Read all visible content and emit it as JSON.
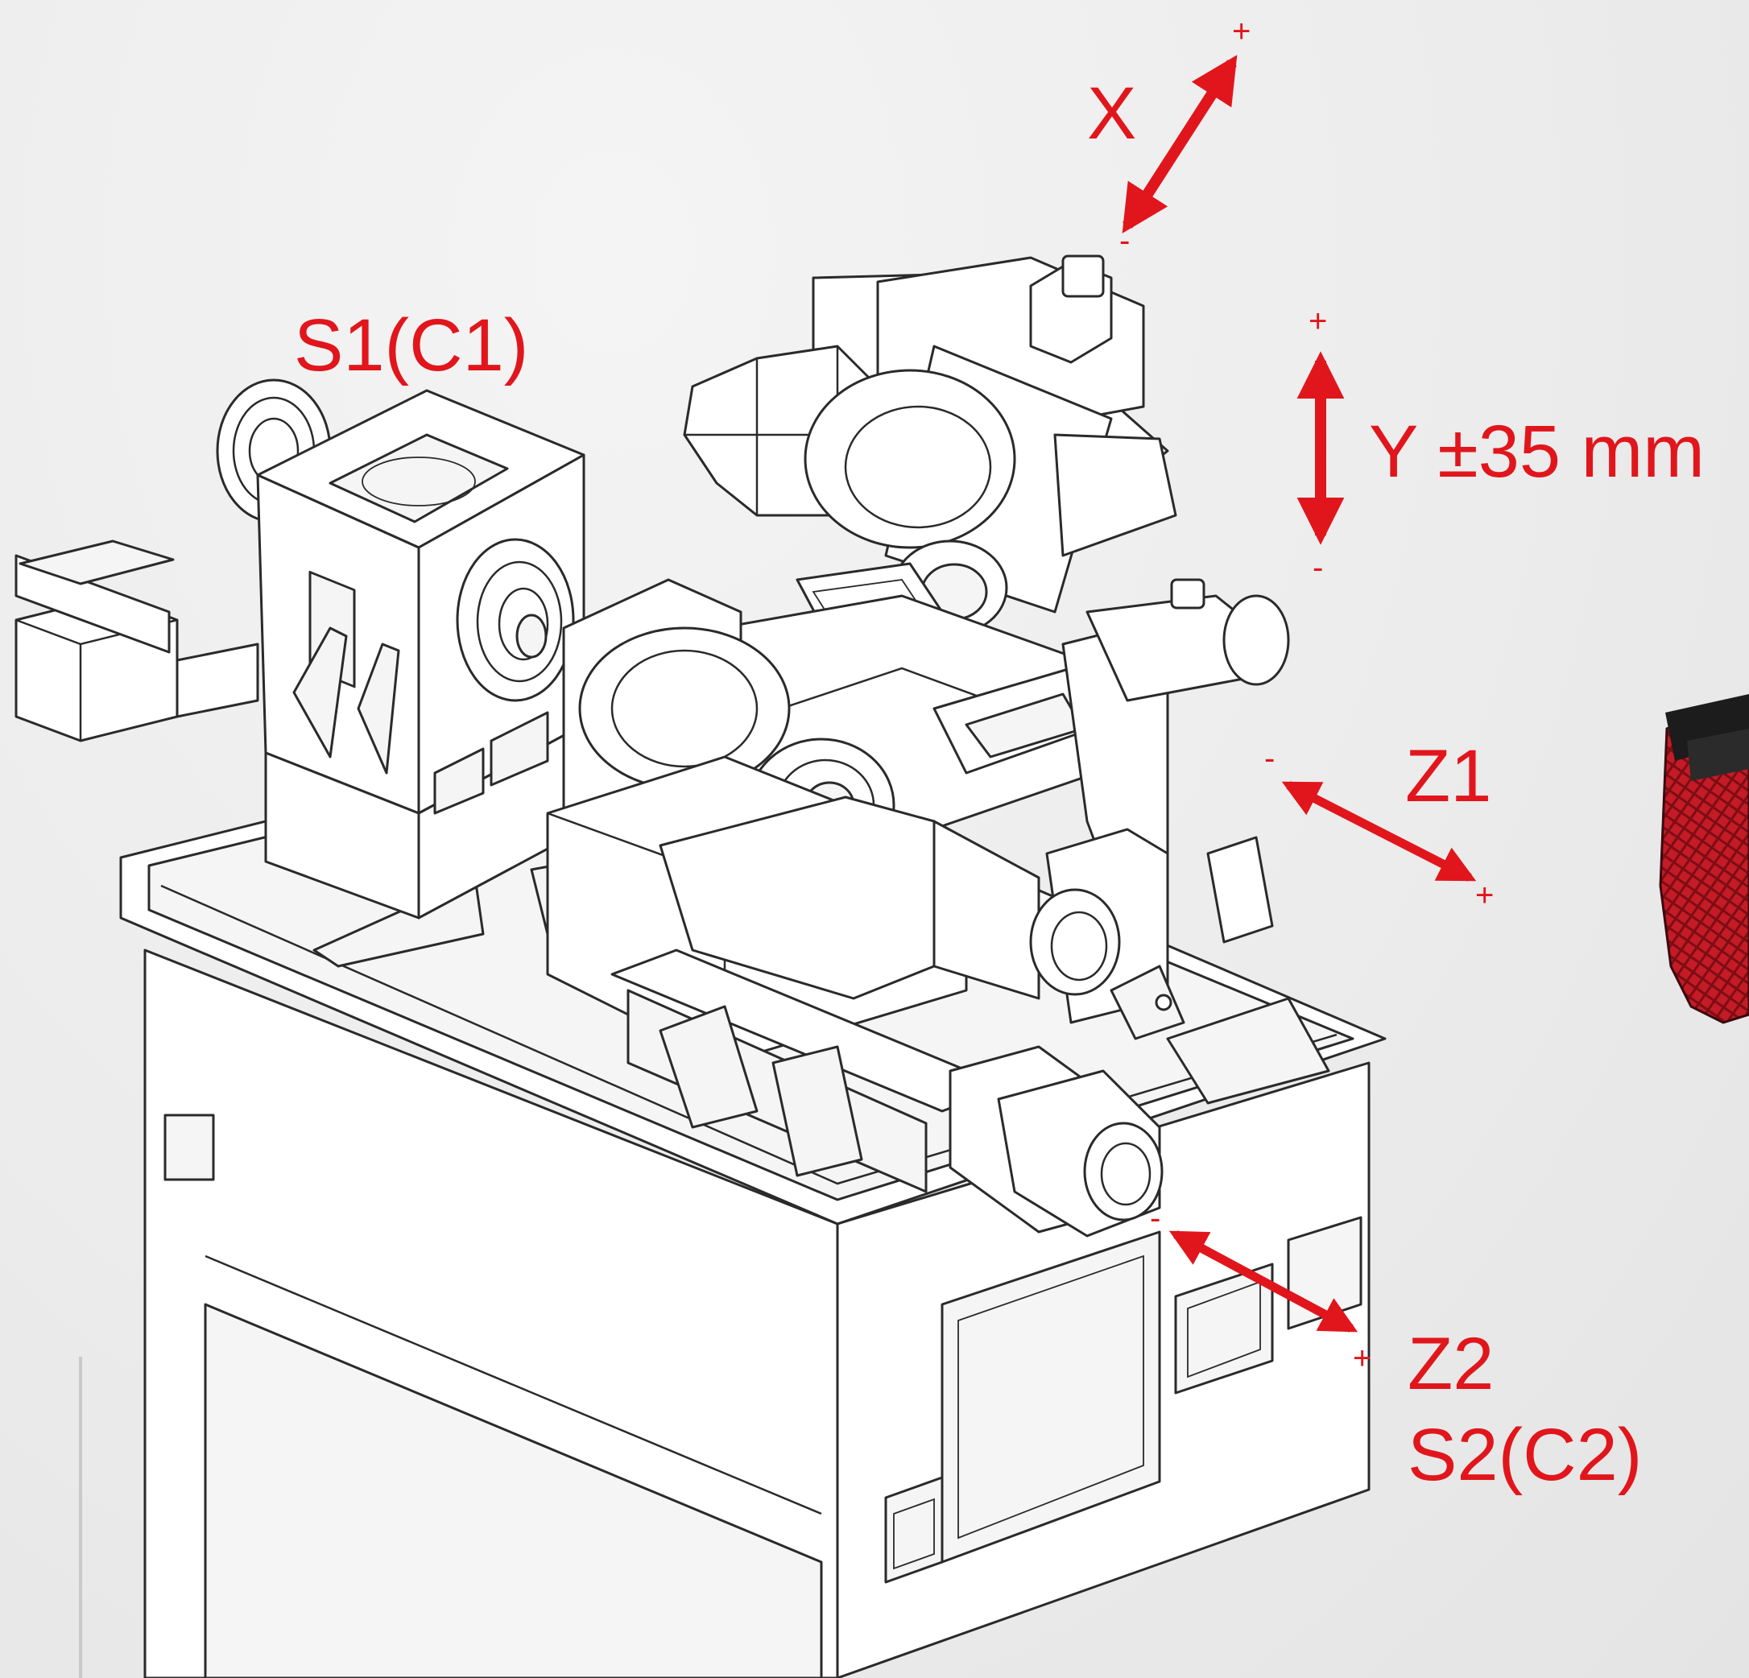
{
  "labels": {
    "spindle1": "S1(C1)",
    "x_axis": "X",
    "y_axis": "Y ±35 mm",
    "z1_axis": "Z1",
    "z2_axis": "Z2",
    "spindle2": "S2(C2)"
  },
  "signs": {
    "plus": "+",
    "minus": "-"
  },
  "colors": {
    "annotation": "#e1161c",
    "linework": "#2a2a2a",
    "background": "#ececec"
  }
}
